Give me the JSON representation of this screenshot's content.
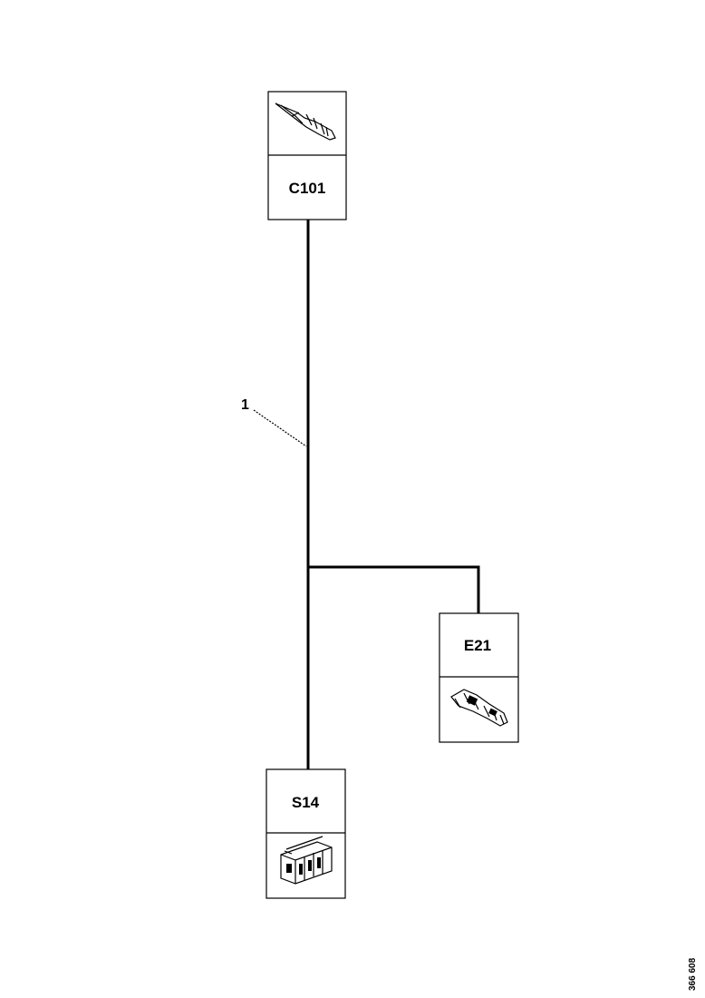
{
  "components": {
    "c101": {
      "label": "C101",
      "icon": "connector-pin-icon"
    },
    "e21": {
      "label": "E21",
      "icon": "connector-plug-icon"
    },
    "s14": {
      "label": "S14",
      "icon": "switch-block-icon"
    }
  },
  "callout": {
    "label": "1"
  },
  "reference_code": "366 608",
  "colors": {
    "line": "#000000",
    "background": "#ffffff"
  }
}
